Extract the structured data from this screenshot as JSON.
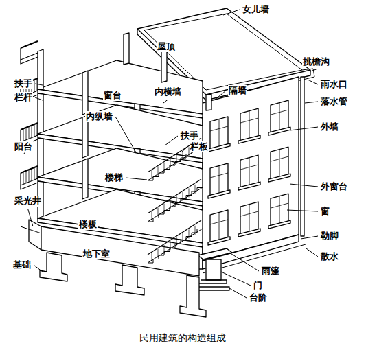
{
  "diagram": {
    "caption": "民用建筑的构造组成",
    "labels": [
      "女儿墙",
      "屋顶",
      "挑檐沟",
      "雨水口",
      "落水管",
      "外墙",
      "扶手",
      "栏杆",
      "窗台",
      "内横墙",
      "隔墙",
      "内纵墙",
      "扶手",
      "栏板",
      "阳台",
      "楼梯",
      "外窗台",
      "窗",
      "采光井",
      "楼板",
      "勒脚",
      "地下室",
      "散水",
      "基础",
      "雨篷",
      "门",
      "台阶"
    ]
  }
}
